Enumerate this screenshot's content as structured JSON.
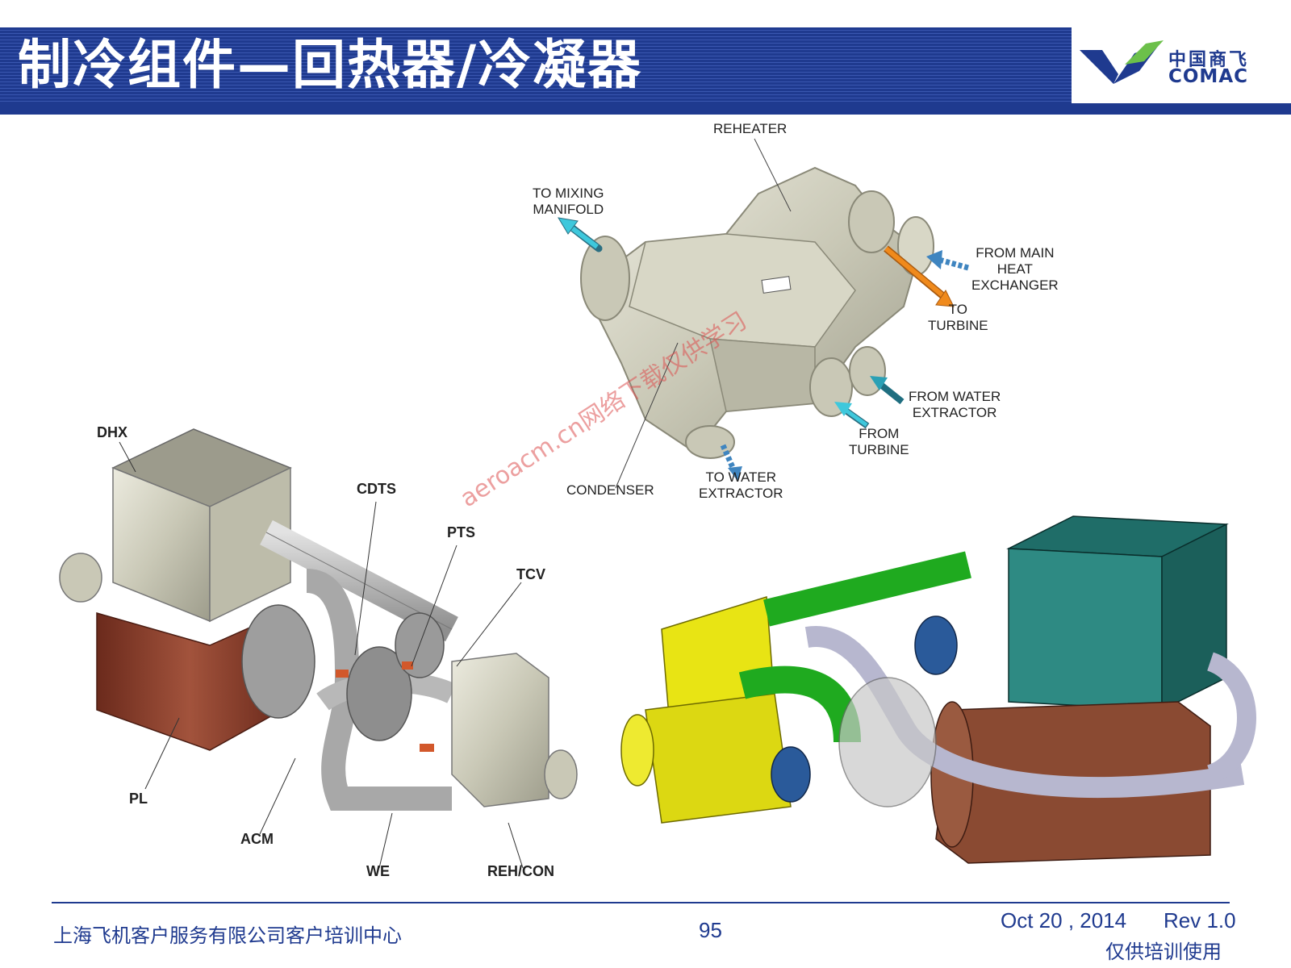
{
  "header": {
    "title": "制冷组件—回热器/冷凝器",
    "logo_cn": "中国商飞",
    "logo_en": "COMAC"
  },
  "top_diagram": {
    "labels": {
      "reheater": "REHEATER",
      "to_mixing_manifold": "TO MIXING\nMANIFOLD",
      "from_main_heat_exchanger": "FROM MAIN\nHEAT\nEXCHANGER",
      "to_turbine": "TO\nTURBINE",
      "from_water_extractor": "FROM WATER\nEXTRACTOR",
      "from_turbine": "FROM\nTURBINE",
      "to_water_extractor": "TO WATER\nEXTRACTOR",
      "condenser": "CONDENSER"
    },
    "colors": {
      "arrow_cyan": "#3ec8dc",
      "arrow_orange": "#f08a1c",
      "arrow_blue": "#3f85c0"
    }
  },
  "left_diagram": {
    "labels": {
      "dhx": "DHX",
      "cdts": "CDTS",
      "pts": "PTS",
      "tcv": "TCV",
      "pl": "PL",
      "acm": "ACM",
      "we": "WE",
      "reh_con": "REH/CON"
    }
  },
  "watermark": "aeroacm.cn网络下载仅供学习",
  "footer": {
    "organization": "上海飞机客户服务有限公司客户培训中心",
    "page_number": "95",
    "date": "Oct 20 , 2014",
    "revision": "Rev 1.0",
    "note": "仅供培训使用"
  }
}
